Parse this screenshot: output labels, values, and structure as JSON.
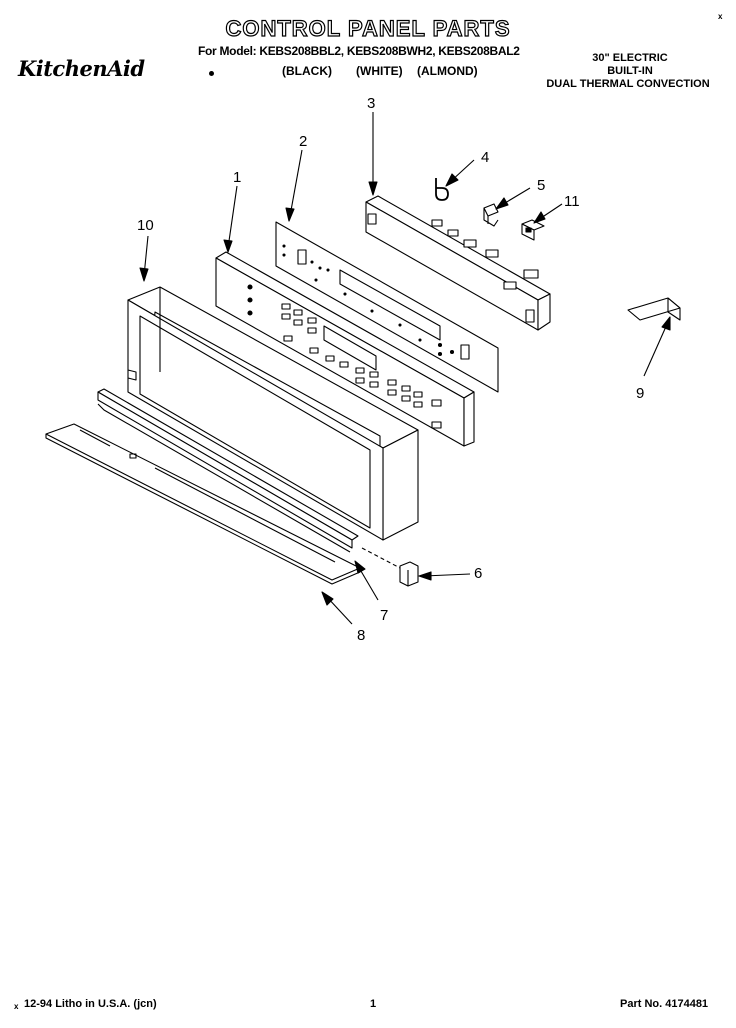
{
  "header": {
    "title": "CONTROL PANEL PARTS",
    "models_line": "For Model: KEBS208BBL2, KEBS208BWH2, KEBS208BAL2",
    "brand": "KitchenAid",
    "colors": [
      "(BLACK)",
      "(WHITE)",
      "(ALMOND)"
    ],
    "spec_lines": [
      "30\" ELECTRIC",
      "BUILT-IN",
      "DUAL THERMAL CONVECTION"
    ],
    "corner_mark": "x"
  },
  "callouts": [
    "1",
    "2",
    "3",
    "4",
    "5",
    "6",
    "7",
    "8",
    "9",
    "10",
    "11"
  ],
  "footer": {
    "mark": "x",
    "litho": "12-94 Litho in U.S.A. (jcn)",
    "page": "1",
    "part_no": "Part No. 4174481"
  }
}
